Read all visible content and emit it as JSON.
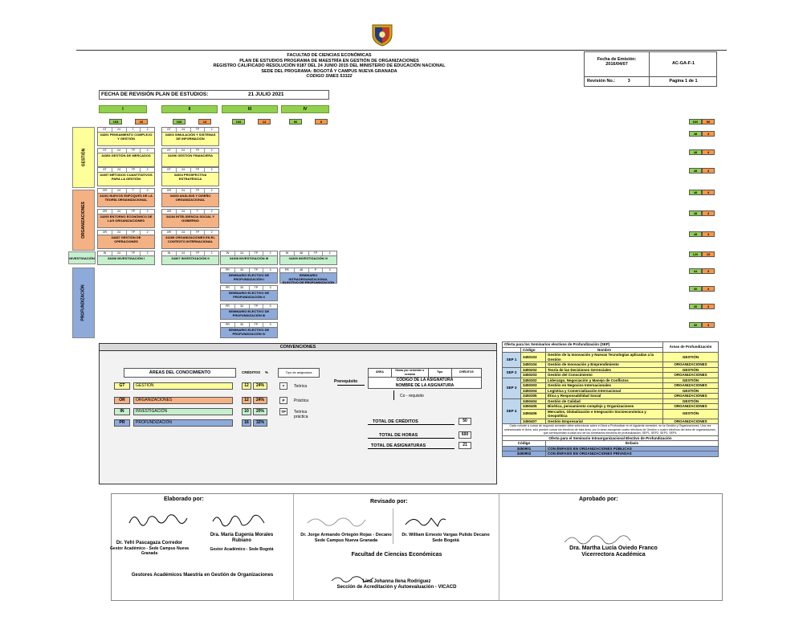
{
  "header": {
    "line1": "FACULTAD DE CIENCIAS ECONÓMICAS",
    "line2": "PLAN DE ESTUDIOS PROGRAMA DE MAESTRÍA EN GESTIÓN DE ORGANIZACIONES",
    "line3": "REGISTRO CALIFICADO RESOLUCIÓN 9187 DEL 24 JUNIO 2015 DEL MINISTERIO DE EDUCACIÓN NACIONAL",
    "line4": "SEDE DEL PROGRAMA: BOGOTÁ Y CAMPUS NUEVA GRANADA",
    "line5": "CODIGO SNIES 53322"
  },
  "meta_box": {
    "emision_label": "Fecha de Emisión:",
    "emision_value": "2016/04/07",
    "code": "AC-GA-F-1",
    "revision_label": "Revisión No.:",
    "revision_value": "3",
    "page": "Pagina 1 de 1"
  },
  "revision": {
    "label": "FECHA DE REVISIÓN PLAN DE ESTUDIOS:",
    "value": "21 JULIO 2021"
  },
  "semesters": [
    "I",
    "II",
    "III",
    "IV"
  ],
  "semester_counts": [
    [
      "168",
      "16"
    ],
    [
      "168",
      "14"
    ],
    [
      "168",
      "14"
    ],
    [
      "96",
      "8"
    ]
  ],
  "total_counts": [
    "600",
    "50"
  ],
  "areas": {
    "gestion": "GESTIÓN",
    "organizaciones": "ORGANIZACIONES",
    "investigacion": "INVESTIGACIÓN",
    "profundizacion": "PROFUNDIZACIÓN"
  },
  "courses": {
    "c1": {
      "top": [
        "GT",
        "24",
        "T",
        "2"
      ],
      "name": "34391 PENSAMIENTO COMPLEJO Y GESTIÓN"
    },
    "c2": {
      "top": [
        "GT",
        "24",
        "TP",
        "2"
      ],
      "name": "34303 SIMULACIÓN Y SISTEMAS DE INFORMACIÓN"
    },
    "c3": {
      "top": [
        "GT",
        "24",
        "TP",
        "2"
      ],
      "name": "34393 GESTIÓN DE MERCADOS"
    },
    "c4": {
      "top": [
        "GT",
        "24",
        "TP",
        "2"
      ],
      "name": "34396 GESTIÓN FINANCIERA"
    },
    "c5": {
      "top": [
        "GT",
        "24",
        "TP",
        "2"
      ],
      "name": "34397 MÉTODOS CUANTITATIVOS PARA LA GESTIÓN"
    },
    "c6": {
      "top": [
        "GT",
        "24",
        "TP",
        "2"
      ],
      "name": "34304 PROSPECTIVA ESTRATÉGICA"
    },
    "c7": {
      "top": [
        "OR",
        "24",
        "T",
        "2"
      ],
      "name": "34281 NUEVOS ENFOQUES DE LA TEORÍA ORGANIZACIONAL"
    },
    "c8": {
      "top": [
        "OR",
        "24",
        "TP",
        "2"
      ],
      "name": "34283 ANÁLISIS Y DISEÑO ORGANIZACIONAL"
    },
    "c9": {
      "top": [
        "OR",
        "24",
        "TP",
        "2"
      ],
      "name": "34295 ENTORNO ECONÓMICO DE LAS ORGANIZACIONES"
    },
    "c10": {
      "top": [
        "OR",
        "24",
        "T",
        "2"
      ],
      "name": "34284 INTELIGENCIA SOCIAL Y GOBIERNO"
    },
    "c11": {
      "top": [
        "OR",
        "24",
        "TP",
        "2"
      ],
      "name": "34287 GESTIÓN DE OPERACIONES"
    },
    "c12": {
      "top": [
        "OR",
        "24",
        "TP",
        "2"
      ],
      "name": "34285 ORGANIZACIONES EN EL CONTEXTO INTERNACIONAL"
    },
    "c13": {
      "top": [
        "IN",
        "24",
        "TP",
        "2"
      ],
      "name": "34306 INVESTIGACIÓN I"
    },
    "c14": {
      "top": [
        "IN",
        "24",
        "TP",
        "2"
      ],
      "name": "34307 INVESTIGACIÓN II"
    },
    "c15": {
      "top": [
        "IN",
        "24",
        "TP",
        "2"
      ],
      "name": "34308 INVESTIGACIÓN III"
    },
    "c16": {
      "top": [
        "IN",
        "48",
        "TP",
        "4"
      ],
      "name": "34309 INVESTIGACIÓN IV"
    },
    "c17": {
      "top": [
        "PR",
        "30",
        "TP",
        "3"
      ],
      "name": "SEMINARIO ELECTIVO DE PROFUNDIZACIÓN I"
    },
    "c18": {
      "top": [
        "PR",
        "48",
        "P",
        "3"
      ],
      "name": "SEMINARIO INTRAORGANIZACIONAL ELECTIVO DE PROFUNDIZACIÓN"
    },
    "c19": {
      "top": [
        "PR",
        "30",
        "TP",
        "3"
      ],
      "name": "SEMINARIO ELECTIVO DE PROFUNDIZACIÓN II"
    },
    "c20": {
      "top": [
        "PR",
        "30",
        "TP",
        "3"
      ],
      "name": "SEMINARIO ELECTIVO DE PROFUNDIZACIÓN III"
    },
    "c21": {
      "top": [
        "PR",
        "30",
        "TP",
        "3"
      ],
      "name": "SEMINARIO ELECTIVO DE PROFUNDIZACIÓN IV"
    }
  },
  "right_counts": [
    [
      "48",
      "4"
    ],
    [
      "48",
      "4"
    ],
    [
      "48",
      "4"
    ],
    [
      "48",
      "4"
    ],
    [
      "48",
      "4"
    ],
    [
      "48",
      "4"
    ],
    [
      "120",
      "10"
    ],
    [
      "34",
      "3"
    ],
    [
      "30",
      "3"
    ],
    [
      "30",
      "3"
    ],
    [
      "30",
      "3"
    ]
  ],
  "conventions": {
    "title": "CONVENCIONES",
    "areas_label": "ÁREAS DEL CONOCIMIENTO",
    "creditos_label": "CRÉDITOS",
    "pct_label": "%",
    "tipo_label": "Tipo de asignatura",
    "rows": [
      {
        "code": "GT",
        "name": "GESTIÓN",
        "cred": "12",
        "pct": "24%"
      },
      {
        "code": "OR",
        "name": "ORGANIZACIONES",
        "cred": "12",
        "pct": "24%"
      },
      {
        "code": "IN",
        "name": "INVESTIGACIÓN",
        "cred": "10",
        "pct": "20%"
      },
      {
        "code": "PR",
        "name": "PROFUNDIZACIÓN",
        "cred": "16",
        "pct": "32%"
      }
    ],
    "types": [
      {
        "code": "T",
        "name": "Teórica"
      },
      {
        "code": "P",
        "name": "Práctica"
      },
      {
        "code": "TP",
        "name": "Teórica práctica"
      }
    ],
    "prerequisito": "Prerequisito",
    "legend_cols": [
      "ÁREA",
      "Horas por semestre o semana",
      "Tipo",
      "CRÉDITOS"
    ],
    "legend_code": "CÓDIGO DE LA ASIGNATURA",
    "legend_name": "NOMBRE DE LA ASIGNATURA",
    "corequisito": "Co - requisito",
    "total_creditos_label": "TOTAL DE CRÉDITOS",
    "total_creditos": "50",
    "total_horas_label": "TOTAL DE HORAS",
    "total_horas": "600",
    "total_asig_label": "TOTAL DE ASIGNATURAS",
    "total_asig": "21"
  },
  "sep": {
    "title": "Oferta para los Seminarios electivos de Profundización (SEP)",
    "col_code": "Código",
    "col_name": "Nombre",
    "col_area": "Áreas de Profundización",
    "groups": [
      {
        "label": "SEP 1",
        "rows": [
          {
            "code": "3450103",
            "name": "Gestión de la Innovación y Nuevas Tecnologías aplicadas a la Gestión",
            "area": "GESTIÓN"
          },
          {
            "code": "3450104",
            "name": "Gestión de Innovación y Emprendimiento",
            "area": "ORGANIZACIONES"
          }
        ]
      },
      {
        "label": "SEP 2",
        "rows": [
          {
            "code": "3450202",
            "name": "Teoría de las Decisiones Gerenciales",
            "area": "GESTIÓN"
          },
          {
            "code": "3450203",
            "name": "Gestión del Conocimiento",
            "area": "ORGANIZACIONES"
          }
        ]
      },
      {
        "label": "SEP 3",
        "rows": [
          {
            "code": "3450302",
            "name": "Liderazgo, Negociación y Manejo de Conflictos",
            "area": "GESTIÓN"
          },
          {
            "code": "3450303",
            "name": "Gestión en Negocios Internacionales",
            "area": "ORGANIZACIONES"
          },
          {
            "code": "3450304",
            "name": "Logística y Comercialización Internacional",
            "area": "GESTIÓN"
          },
          {
            "code": "3450305",
            "name": "Ética y Responsabilidad Social",
            "area": "ORGANIZACIONES"
          }
        ]
      },
      {
        "label": "SEP 4",
        "rows": [
          {
            "code": "3450404",
            "name": "Gestión de Calidad",
            "area": "GESTIÓN"
          },
          {
            "code": "3450405",
            "name": "Bioética, pensamiento complejo y Organizaciones",
            "area": "ORGANIZACIONES"
          },
          {
            "code": "3450406",
            "name": "Mercados, Globalización e Integración Socioeconómica y Geopolítica",
            "area": "GESTIÓN"
          },
          {
            "code": "3450407",
            "name": "Gestión Empresarial",
            "area": "ORGANIZACIONES"
          }
        ]
      }
    ],
    "note": "Cada cohorte a cursar de segundo semestre debe seleccionar sobre el Área a Profundizar en el siguiente semestre, en la Gestión y Organizaciones. Una vez seleccionado el Área, sólo pueden cursar los electivos de ésta área, por lo tanto escogerán cuatro electivos de Gestión o cuatro electivos del área de organizaciones, que correspondan a cada uno de los seminarios electivos de profundización, SEP1, SEP2, SEP3, SEP4.",
    "intra_title": "Oferta para el Seminario Intraorganizacional Electivo de Profundización",
    "intra_col_code": "Código",
    "intra_col_name": "Énfasis",
    "intra_rows": [
      {
        "code": "3450901",
        "name": "CON ÉNFASIS EN ORGANIZACIONES PÚBLICAS"
      },
      {
        "code": "3450902",
        "name": "CON ÉNFASIS EN ORGANIZACIONES PRIVADAS"
      }
    ]
  },
  "signatures": {
    "elaborado": "Elaborado por:",
    "revisado": "Revisado por:",
    "aprobado": "Aprobado por:",
    "p1_name": "Dr. Yefri Pascagaza Corredor",
    "p1_role": "Gestor Académico - Sede Campus Nueva Granada",
    "p2_name": "Dra. María Eugenia Morales Rubiano",
    "p2_role": "Gestor Académico - Sede Bogotá",
    "group1": "Gestores Académicos Maestría en Gestión de Organizaciones",
    "p3_name": "Dr. Jorge Armando Ortegón Rojas - Decano Sede Campus Nueva Granada",
    "p4_name": "Dr. William Ernesto Vargas Pulido Decano Sede Bogotá",
    "faculty": "Facultad de Ciencias Económicas",
    "p5_name": "Lina Johanna Ilena Rodríguez",
    "p5_role": "Sección de Acreditación y Autoevaluación - VICACD",
    "p6_name": "Dra. Martha Lucía Oviedo Franco",
    "p6_role": "Vicerrectora Académica"
  },
  "colors": {
    "gestion": "#ffff99",
    "organizaciones": "#f4b183",
    "investigacion": "#c6efce",
    "profundizacion": "#8eaadb",
    "semester": "#92d050",
    "counts": "#f79646"
  }
}
